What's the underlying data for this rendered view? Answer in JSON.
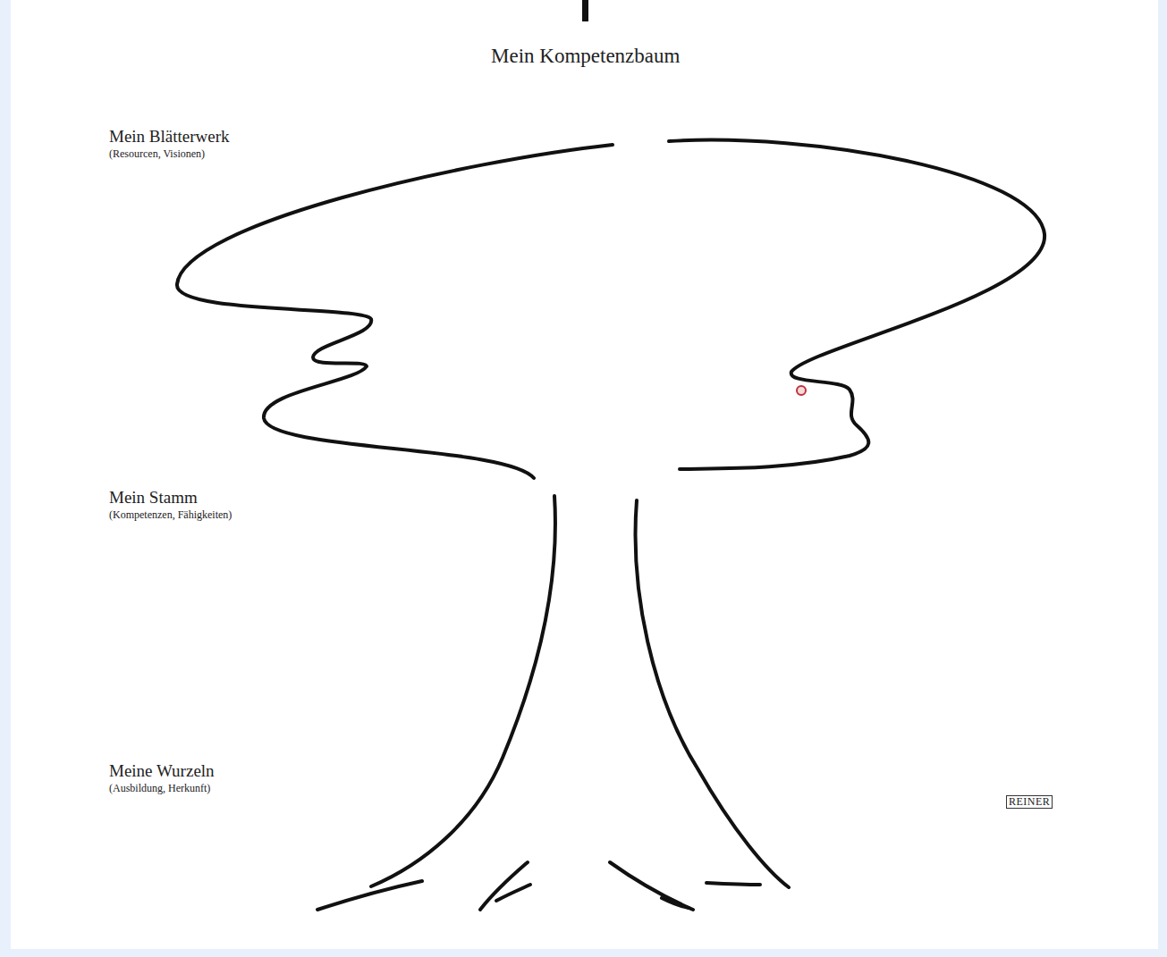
{
  "diagram": {
    "title": "Mein Kompetenzbaum",
    "labels": [
      "Mein Blätterwerk",
      "(Resourcen, Visionen)",
      "Mein Stamm",
      "(Kompetenzen, Fähigkeiten)",
      "Meine Wurzeln",
      "(Ausbildung, Herkunft)",
      "REINER"
    ]
  }
}
